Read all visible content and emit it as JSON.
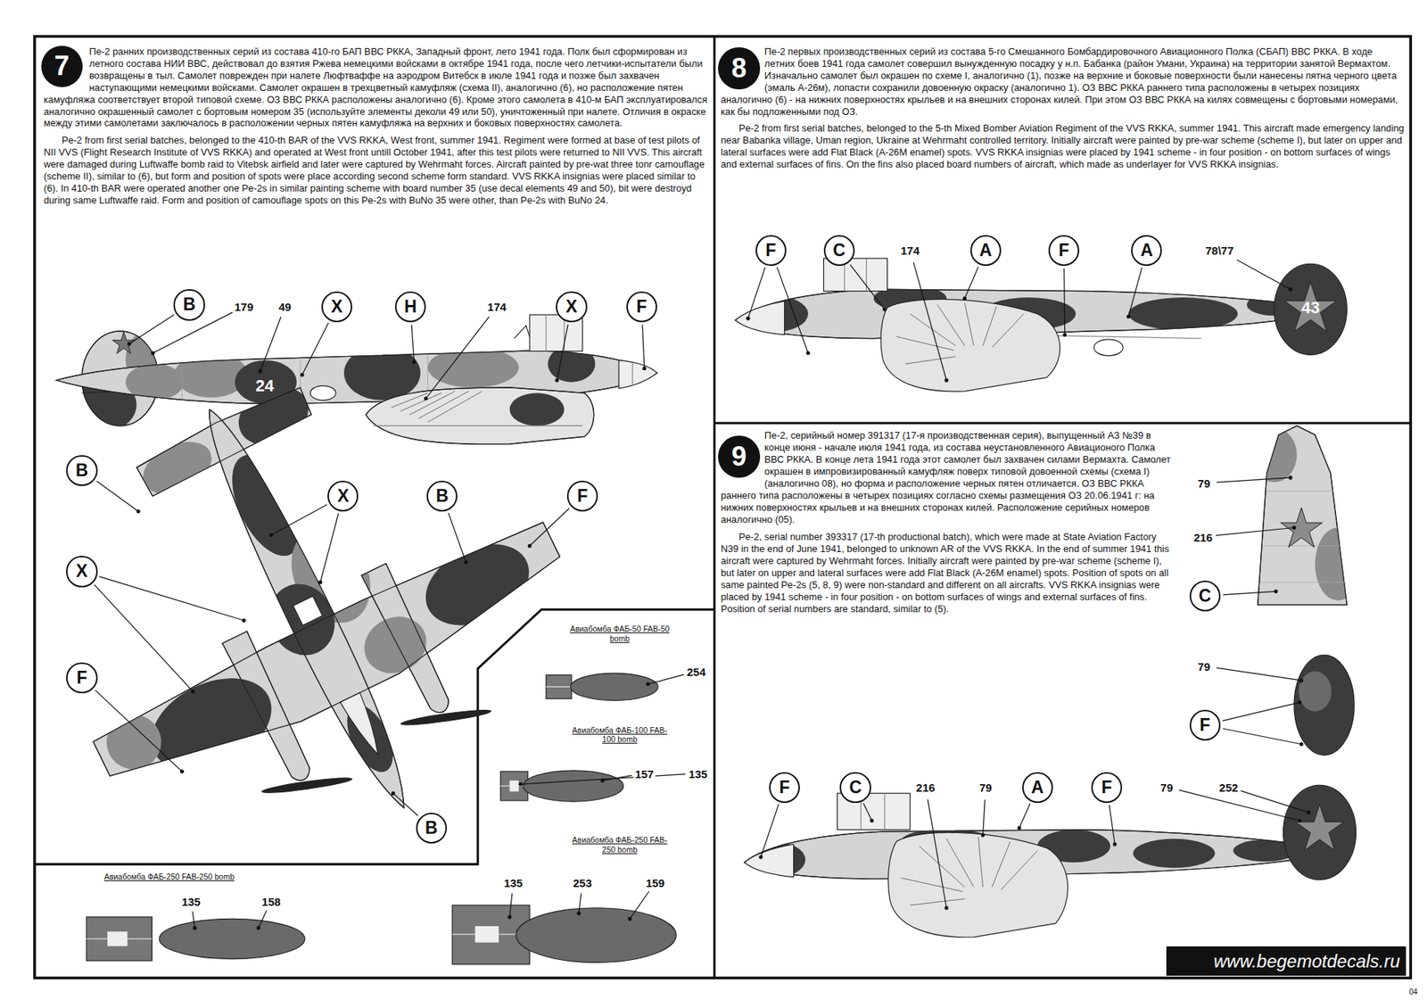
{
  "diagram": {
    "nodes": [
      {
        "text": [
          "Пе-2 ранних производственных серий из состава 410-го БАП ВВС РККА, Западный фронт, лето 1941 года. Полк был сформирован из летного состава НИИ ВВС, действовал до взятия Ржева немецкими войсками в октябре 1941 года, после чего летчики-испытатели были возвращены в тыл. Самолет поврежден при налете Люфтваффе на аэродром Витебск в июле 1941 года и позже был захвачен наступающими немецкими войсками. Самолет окрашен в трехцветный камуфляж (схема II), аналогично (6), но расположение пятен камуфляжа соответствует второй типовой схеме. ОЗ ВВС РККА расположены аналогично (6). Кроме этого самолета в 410-м БАП эксплуатировался аналогично окрашенный самолет с бортовым номером 35 (используйте элементы деколи 49 или 50), уничтоженный при налете. Отличия в окраске между этими самолетами заключалось в расположении черных пятен камуфляжа на верхних и боковых поверхностях самолета.",
          "Pe-2 from first serial batches, belonged to the 410-th BAR of the VVS RKKA, West front, summer 1941. Regiment were formed at base of test pilots of NII VVS (Flight Research Institute of VVS RKKA) and operated at West front untill October 1941, after this test pilots were returned to NII VVS. This aircraft were damaged during Luftwaffe bomb raid to Vitebsk airfield and later were captured by Wehrmaht forces. Aircraft painted by pre-wat three tonr camouflage (scheme II), similar to (6), but form and position of spots were place according second scheme form standard. VVS RKKA insignias were placed similar to (6). In 410-th BAR were operated another one Pe-2s in similar painting scheme with board number 35 (use decal elements 49 and 50), bit were destroyd during same Luftwaffe raid. Form and position of camouflage spots on this Pe-2s with BuNo 35 were other, than Pe-2s with BuNo 24."
        ]
      },
      {
        "text": [
          "7"
        ],
        "in": 0
      },
      {
        "text": [
          "B"
        ],
        "in": 0
      },
      {
        "text": [
          "X"
        ],
        "in": 0
      },
      {
        "text": [
          "H"
        ],
        "in": 0
      },
      {
        "text": [
          "X"
        ],
        "in": 0
      },
      {
        "text": [
          "F"
        ],
        "in": 0
      },
      {
        "text": [
          "B"
        ],
        "in": 0
      },
      {
        "text": [
          "X"
        ],
        "in": 0
      },
      {
        "text": [
          "B"
        ],
        "in": 0
      },
      {
        "text": [
          "F"
        ],
        "in": 0
      },
      {
        "text": [
          "X"
        ],
        "in": 0
      },
      {
        "text": [
          "F"
        ],
        "in": 0
      },
      {
        "text": [
          "B"
        ],
        "in": 0
      },
      {
        "text": [
          "Пе-2 первых производственных серий из состава 5-го Смешанного Бомбардировочного Авиационного Полка (СБАП) ВВС РККА. В ходе летних боев 1941 года самолет совершил вынужденную посадку у н.п. Бабанка (район Умани, Украина) на территории занятой Вермахтом. Изначально самолет был окрашен по схеме I, аналогично (1), позже на верхние и боковые поверхности были нанесены пятна черного цвета (эмаль А-26м), лопасти сохранили довоенную окраску (аналогично 1). ОЗ ВВС РККА раннего типа расположены в четырех позициях аналогично (6) - на нижних поверхностях крыльев и на внешних сторонах килей. При этом ОЗ ВВС РККА на килях совмещены с бортовыми номерами, как бы подложенными под ОЗ.",
          "Pe-2 from first serial batches, belonged to the 5-th Mixed Bomber Aviation Regiment of the VVS RKKA, summer 1941. This aircraft made emergency landing near Babanka village, Uman region, Ukraine at Wehrmaht controlled territory. Initially aircraft were painted by pre-war scheme (scheme I), but later on upper and lateral surfaces were add Flat Black (A-26M enamel) spots. VVS RKKA insignias were placed by 1941 scheme - in four position - on bottom surfaces of wings and external surfaces of fins. On the fins also placed board numbers of aircraft, which made as underlayer for VVS RKKA insignias."
        ]
      },
      {
        "text": [
          "8"
        ],
        "in": 14
      },
      {
        "text": [
          "F"
        ],
        "in": 14
      },
      {
        "text": [
          "C"
        ],
        "in": 14
      },
      {
        "text": [
          "A"
        ],
        "in": 14
      },
      {
        "text": [
          "F"
        ],
        "in": 14
      },
      {
        "text": [
          "A"
        ],
        "in": 14
      },
      {
        "text": [
          "Пе-2, серийный номер 391317 (17-я производственная серия), выпущенный АЗ №39 в конце июня - начале июля 1941 года, из состава неустановленного Авиационого Полка ВВС РККА. В конце лета 1941 года этот самолет был захвачен силами Вермахта. Самолет окрашен в импровизированный камуфляж поверх типовой довоенной схемы (схема I) (аналогично 08), но форма и расположение черных пятен отличается. ОЗ ВВС РККА раннего типа расположены в четырех позициях согласно схемы размещения ОЗ 20.06.1941 г: на нижних поверхностях крыльев и на внешних сторонах килей. Расположение серийных номеров аналогично (05).",
          "Pe-2, serial number 393317 (17-th productional batch), which were made at State Aviation Factory N39 in the end of June 1941, belonged to unknown AR of the VVS RKKA. In the end of summer 1941 this aircraft were captured by Wehrmaht forces. Initially aircraft were painted by pre-war scheme (scheme I), but later on upper and lateral surfaces were add Flat Black (A-26M enamel) spots. Position of spots on all same painted Pe-2s (5, 8, 9) were non-standard and different on all aircrafts. VVS RKKA insignias were placed by 1941 scheme - in four position - on bottom surfaces of wings and external surfaces of fins. Position of serial numbers are standard, similar to (5)."
        ]
      },
      {
        "text": [
          "9"
        ],
        "in": 21
      },
      {
        "text": [
          "C"
        ],
        "in": 21
      },
      {
        "text": [
          "F"
        ],
        "in": 21
      },
      {
        "text": [
          "F"
        ],
        "in": 21
      },
      {
        "text": [
          "C"
        ],
        "in": 21
      },
      {
        "text": [
          "A"
        ],
        "in": 21
      },
      {
        "text": [
          "F"
        ],
        "in": 21
      },
      {
        "text": [
          "www.begemotdecals.ru"
        ],
        "in": 21
      },
      {
        "text": [
          "Авиабомба ФАБ-50 FAB-50 bomb",
          "Авиабомба ФАБ-100 FAB-100 bomb",
          "Авиабомба ФАБ-250 FAB-250 bomb",
          "Авиабомба ФАБ-250 FAB-250 bomb"
        ]
      }
    ],
    "labels": [
      "179",
      "49",
      "24",
      "174",
      "254",
      "157",
      "135",
      "135",
      "253",
      "159",
      "135",
      "158",
      "174",
      "78\\77",
      "43",
      "79",
      "216",
      "79",
      "216",
      "79",
      "79",
      "252",
      "04"
    ]
  }
}
